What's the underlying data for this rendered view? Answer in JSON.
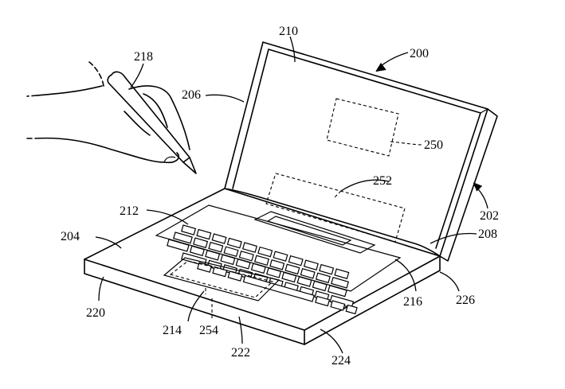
{
  "figure": {
    "labels": {
      "device": "200",
      "display_housing_edge": "202",
      "base": "204",
      "display_bezel": "206",
      "hinge": "208",
      "display": "210",
      "keyboard": "212",
      "trackpad": "214",
      "region_216": "216",
      "stylus": "218",
      "base_left_side": "220",
      "base_front": "222",
      "base_corner": "224",
      "base_right_side": "226",
      "region_250": "250",
      "region_252": "252",
      "region_254": "254"
    }
  }
}
